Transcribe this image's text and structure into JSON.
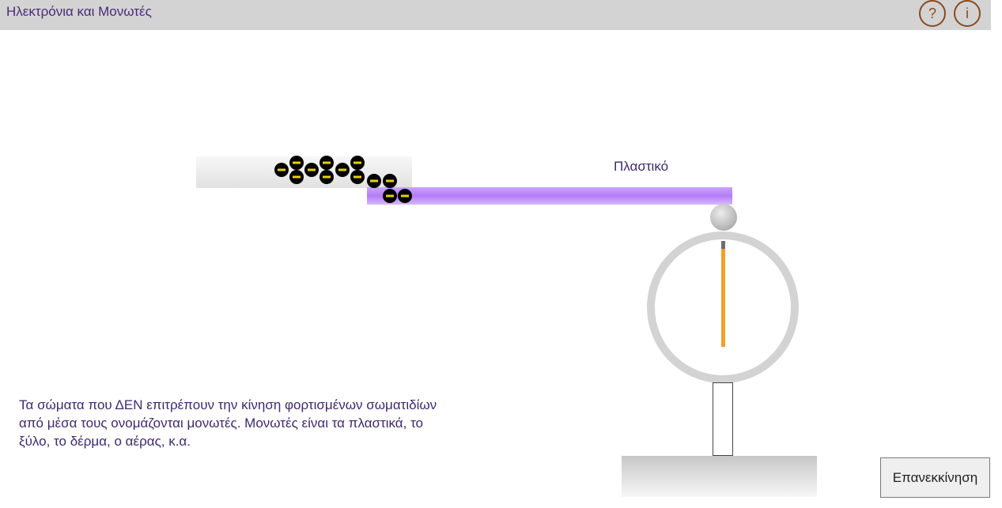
{
  "header": {
    "title": "Ηλεκτρόνια και Μονωτές",
    "help_label": "?",
    "info_label": "i"
  },
  "scene": {
    "plastic_label": "Πλαστικό",
    "description": "Τα σώματα που ΔΕΝ επιτρέπουν την κίνηση φορτισμένων σωματιδίων από μέσα τους ονομάζονται μονωτές. Μονωτές είναι τα πλαστικά, το ξύλο, το δέρμα, ο αέρας, κ.α."
  },
  "controls": {
    "reset_label": "Επανεκκίνηση"
  },
  "colors": {
    "electron_fill": "#000000",
    "electron_sign": "#e6d200",
    "plastic": "#b57cf7",
    "needle": "#f29f2a"
  },
  "icons": {
    "help": "question-icon",
    "info": "info-icon",
    "electron": "minus-sign"
  }
}
